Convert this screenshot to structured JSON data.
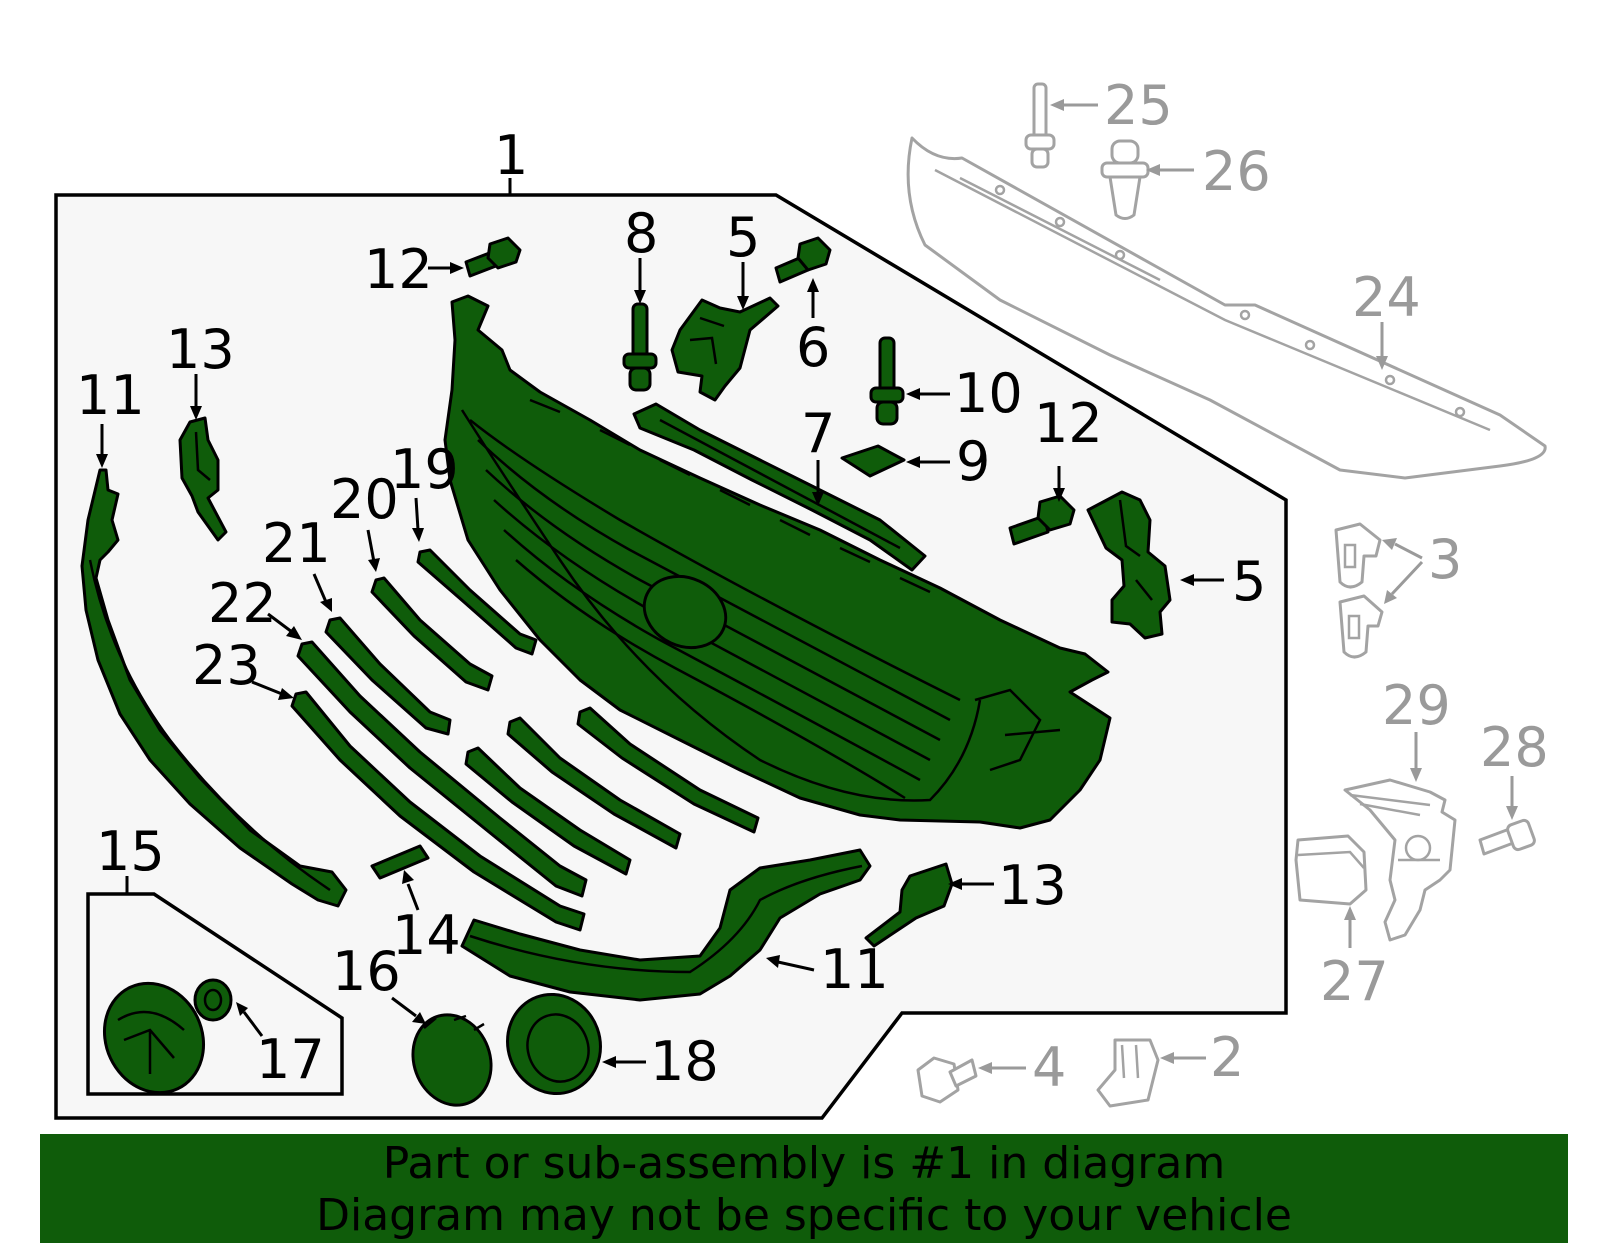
{
  "colors": {
    "part_fill": "#0f5c0a",
    "callout_black": "#000000",
    "callout_gray": "#9a9a9a",
    "banner_bg": "#0f5c0a"
  },
  "callouts": {
    "c1": "1",
    "c2": "2",
    "c3": "3",
    "c4": "4",
    "c5": "5",
    "c6": "6",
    "c7": "7",
    "c8": "8",
    "c9": "9",
    "c10": "10",
    "c11": "11",
    "c12": "12",
    "c13": "13",
    "c14": "14",
    "c15": "15",
    "c16": "16",
    "c17": "17",
    "c18": "18",
    "c19": "19",
    "c20": "20",
    "c21": "21",
    "c22": "22",
    "c23": "23",
    "c24": "24",
    "c25": "25",
    "c26": "26",
    "c27": "27",
    "c28": "28",
    "c29": "29"
  },
  "banner": {
    "line1": "Part or sub-assembly is #1 in diagram",
    "line2": "Diagram may not be specific to your vehicle"
  }
}
